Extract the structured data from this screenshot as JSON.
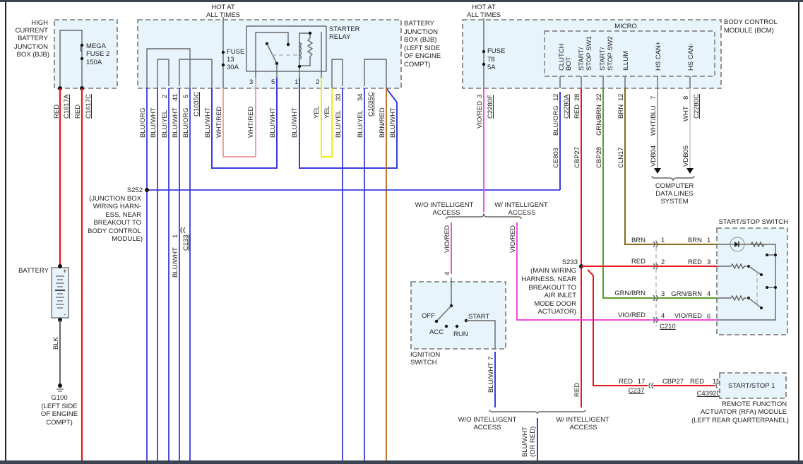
{
  "diagram": {
    "title": "Starting/Charging – Start/Stop System Wiring",
    "colors": {
      "red": "#e8141c",
      "blue": "#3a3ae0",
      "pink": "#f24ce0",
      "salmon": "#f0a0a0",
      "yellow": "#f2ee10",
      "green": "#5aa02a",
      "brown": "#8a6a1a",
      "orange_brown": "#b8641e",
      "gray": "#666666",
      "light_gray": "#cccccc",
      "box_fill": "#e8f4fb"
    },
    "components": {
      "bjb_high_current": {
        "label_lines": [
          "HIGH",
          "CURRENT",
          "BATTERY",
          "JUNCTION",
          "BOX (BJB)"
        ],
        "fuse_lines": [
          "MEGA",
          "FUSE 2",
          "150A"
        ],
        "pins": [
          {
            "connector": "C1617A",
            "wire": "RED"
          },
          {
            "connector": "C1617C",
            "wire": "RED"
          }
        ]
      },
      "battery": {
        "label": "BATTERY",
        "ground_wire": "BLK",
        "plus": "+",
        "minus": "-"
      },
      "ground": {
        "label_lines": [
          "G100",
          "(LEFT SIDE",
          "OF ENGINE",
          "COMPT)"
        ]
      },
      "bjb": {
        "hot_label": [
          "HOT AT",
          "ALL TIMES"
        ],
        "label_lines": [
          "BATTERY",
          "JUNCTION",
          "BOX (BJB)",
          "(LEFT SIDE",
          "OF ENGINE",
          "COMPT)"
        ],
        "fuse_lines": [
          "FUSE",
          "13",
          "30A"
        ],
        "relay_label": [
          "STARTER",
          "RELAY"
        ],
        "relay_pins": [
          "3",
          "5",
          "1",
          "2"
        ],
        "left_pins": [
          "2",
          "41",
          "5"
        ],
        "left_connector": "C1035C",
        "right_pins": [
          "33",
          "34"
        ],
        "right_connector": "C1035C",
        "wires": [
          "BLU/ORG",
          "BLU/WHT",
          "BLU/YEL",
          "BLU/WHT",
          "BLU/ORG",
          "BLU/WHT",
          "WHT/RED",
          "WHT/RED",
          "BLU/WHT",
          "BLU/WHT",
          "YEL",
          "YEL",
          "BLU/YEL",
          "BLU/YEL",
          "BRN/RED",
          "BLU/WHT"
        ]
      },
      "splice_s252": {
        "id": "S252",
        "label_lines": [
          "(JUNCTION BOX",
          "WIRING HARN-",
          "ESS, NEAR",
          "BREAKOUT TO",
          "BODY CONTROL",
          "MODULE)"
        ]
      },
      "c133": {
        "connector": "C133",
        "pin": "1",
        "wire": "BLU/WHT"
      },
      "bcm": {
        "hot_label": [
          "HOT AT",
          "ALL TIMES"
        ],
        "label_lines": [
          "BODY CONTROL",
          "MODULE (BCM)"
        ],
        "micro_label": "MICRO",
        "fuse_lines": [
          "FUSE",
          "78",
          "5A"
        ],
        "fuse_pin": {
          "pin": "3",
          "connector": "C2280F",
          "wire": "VIO/RED"
        },
        "signals": [
          {
            "name_lines": [
              "CLUTCH",
              "BOT"
            ],
            "pin": "12",
            "wire": "BLU/ORG",
            "connector": "C2280A",
            "circuit": "CE803"
          },
          {
            "name_lines": [
              "START/",
              "STOP SW1"
            ],
            "pin": "28",
            "wire": "RED",
            "circuit": "CBP27"
          },
          {
            "name_lines": [
              "START/",
              "STOP SW2"
            ],
            "pin": "22",
            "wire": "GRN/BRN",
            "circuit": "CBP28"
          },
          {
            "name_lines": [
              "ILLUM"
            ],
            "pin": "12",
            "wire": "BRN",
            "circuit": "CLN17"
          },
          {
            "name_lines": [
              "HS CAN+"
            ],
            "pin": "7",
            "wire": "WHT/BLU",
            "circuit": "VDB04"
          },
          {
            "name_lines": [
              "HS CAN-"
            ],
            "pin": "8",
            "wire": "WHT",
            "connector": "C2280C",
            "circuit": "VDB05"
          }
        ]
      },
      "data_lines": {
        "label_lines": [
          "COMPUTER",
          "DATA LINES",
          "SYSTEM"
        ]
      },
      "access_branch_top": {
        "wo": [
          "W/O INTELLIGENT",
          "ACCESS"
        ],
        "w": [
          "W/ INTELLIGENT",
          "ACCESS"
        ],
        "wire_wo": "VIO/RED",
        "wire_w": "VIO/RED"
      },
      "ignition_switch": {
        "label_lines": [
          "IGNITION",
          "SWITCH"
        ],
        "positions": [
          "OFF",
          "ACC",
          "RUN",
          "START"
        ],
        "pin_in": "4",
        "pin_out": "7",
        "out_wire": "BLU/WHT"
      },
      "splice_s233": {
        "id": "S233",
        "label_lines": [
          "(MAIN WIRING",
          "HARNESS, NEAR",
          "BREAKOUT TO",
          "AIR INLET",
          "MODE DOOR",
          "ACTUATOR)"
        ]
      },
      "c210": {
        "connector": "C210",
        "rows": [
          {
            "left_wire": "BRN",
            "pin": "1",
            "right_wire": "BRN",
            "sw_pin": "1"
          },
          {
            "left_wire": "RED",
            "pin": "2",
            "right_wire": "RED",
            "sw_pin": "3"
          },
          {
            "left_wire": "GRN/BRN",
            "pin": "3",
            "right_wire": "GRN/BRN",
            "sw_pin": "4"
          },
          {
            "left_wire": "VIO/RED",
            "pin": "4",
            "right_wire": "VIO/RED",
            "sw_pin": "6"
          }
        ]
      },
      "start_stop_switch": {
        "label": "START/STOP SWITCH"
      },
      "access_branch_bottom": {
        "wo": [
          "W/O INTELLIGENT",
          "ACCESS"
        ],
        "w": [
          "W/ INTELLIGENT",
          "ACCESS"
        ],
        "wire_red": "RED",
        "wire_out": [
          "BLU/WHT",
          "(OR RED)"
        ]
      },
      "c237": {
        "connector": "C237",
        "wire": "RED",
        "pin": "17"
      },
      "rfa": {
        "circuit": "CBP27",
        "wire": "RED",
        "pin": "15",
        "connector": "C4392D",
        "pin_label": "START/STOP 1",
        "label_lines": [
          "REMOTE FUNCTION",
          "ACTUATOR (RFA) MODULE",
          "(LEFT REAR QUARTERPANEL)"
        ]
      }
    }
  }
}
